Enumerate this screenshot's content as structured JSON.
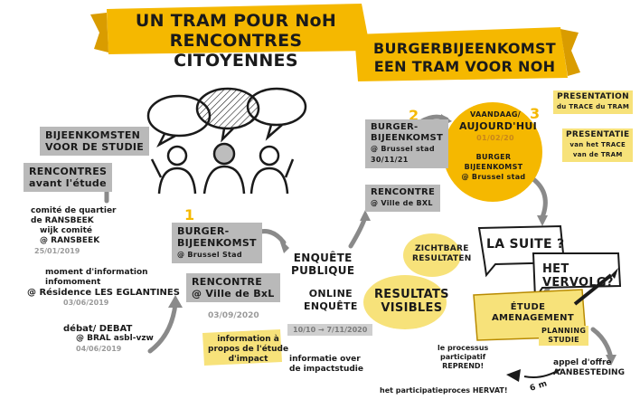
{
  "title": {
    "line1": "UN TRAM POUR NoH",
    "line2": "RENCONTRES CITOYENNES"
  },
  "subtitle": {
    "line1": "BURGERBIJEENKOMST",
    "line2": "EEN TRAM VOOR NOH"
  },
  "left": {
    "heading_nl": {
      "line1": "BIJEENKOMSTEN",
      "line2": "VOOR DE STUDIE"
    },
    "heading_fr": {
      "line1": "RENCONTRES",
      "line2": "avant l'étude"
    },
    "item1": {
      "l1": "comité de quartier",
      "l2": "de RANSBEEK",
      "l3": "wijk comité",
      "l4": "@ RANSBEEK",
      "date": "25/01/2019"
    },
    "item2": {
      "l1": "moment d'information",
      "l2": "infomoment",
      "l3": "@ Résidence LES EGLANTINES",
      "date": "03/06/2019"
    },
    "item3": {
      "l1": "débat/ DEBAT",
      "l2": "@ BRAL asbl-vzw",
      "date": "04/06/2019"
    }
  },
  "step1": {
    "number": "1",
    "title": {
      "l1": "BURGER-",
      "l2": "BIJEENKOMST",
      "l3": "@ Brussel Stad"
    },
    "rencontre": {
      "l1": "RENCONTRE",
      "l2": "@ Ville de BxL"
    },
    "date": "03/09/2020",
    "info_fr": {
      "l1": "information à",
      "l2": "propos de l'étude",
      "l3": "d'impact"
    },
    "info_nl": {
      "l1": "informatie over",
      "l2": "de impactstudie"
    }
  },
  "enquete": {
    "fr_l1": "ENQUÊTE",
    "fr_l2": "PUBLIQUE",
    "nl_l1": "ONLINE",
    "nl_l2": "ENQUÊTE",
    "dates": "10/10 → 7/11/2020"
  },
  "results": {
    "nl_l1": "ZICHTBARE",
    "nl_l2": "RESULTATEN",
    "fr_l1": "RESULTATS",
    "fr_l2": "VISIBLES"
  },
  "step2": {
    "number": "2",
    "title": {
      "l1": "BURGER-",
      "l2": "BIJEENKOMST",
      "l3": "@ Brussel stad",
      "date": "30/11/21"
    },
    "rencontre": {
      "l1": "RENCONTRE",
      "l2": "@ Ville de BXL"
    }
  },
  "step3": {
    "number": "3",
    "today": {
      "l1": "VAANDAAG/",
      "l2": "AUJOURD'HUI",
      "date": "01/02/20"
    },
    "burger": {
      "l1": "BURGER BIJEENKOMST",
      "l2": "@ Brussel stad"
    },
    "presentation_fr": {
      "l1": "PRESENTATION",
      "l2": "du TRACE du TRAM"
    },
    "presentation_nl": {
      "l1": "PRESENTATIE",
      "l2": "van het TRACE",
      "l3": "van de TRAM"
    }
  },
  "next": {
    "fr": "LA SUITE ?",
    "nl": "HET VERVOLG?"
  },
  "etude": {
    "l1": "ÉTUDE",
    "l2": "AMENAGEMENT"
  },
  "planning": {
    "l1": "PLANNING",
    "l2": "STUDIE"
  },
  "appel": {
    "l1": "appel d'offre",
    "l2": "AANBESTEDING"
  },
  "duration": "6 m",
  "processus": {
    "l1": "le processus",
    "l2": "participatif",
    "l3": "REPREND!",
    "nl": "het participatieproces HERVAT!"
  },
  "colors": {
    "yellow": "#f5b800",
    "grey": "#b9b9b9",
    "soft_yellow": "#f7e27a"
  }
}
